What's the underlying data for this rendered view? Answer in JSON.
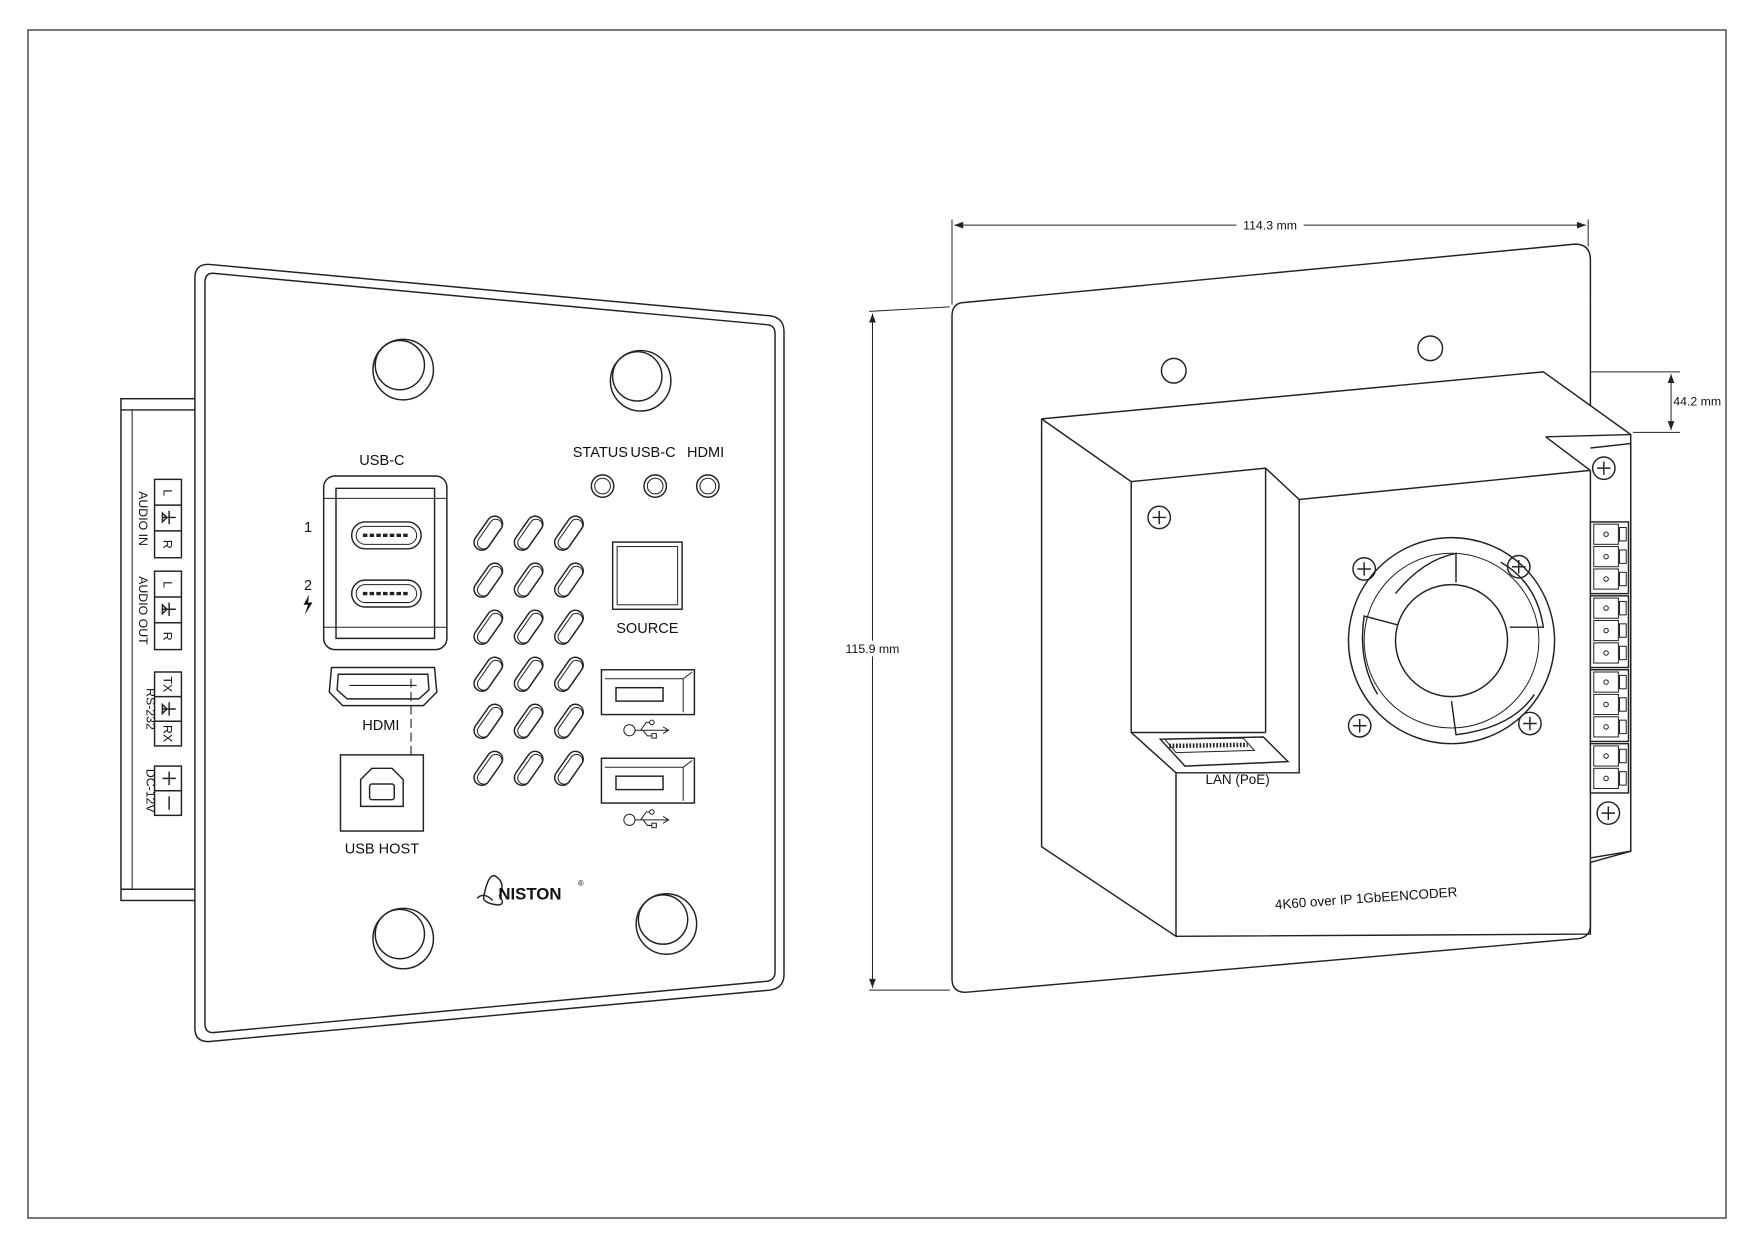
{
  "front_view": {
    "side_panel": {
      "audio_in": {
        "label": "AUDIO IN",
        "pins": [
          "L",
          "R"
        ]
      },
      "audio_out": {
        "label": "AUDIO OUT",
        "pins": [
          "L",
          "R"
        ]
      },
      "rs232": {
        "label": "RS-232",
        "pins": [
          "TX",
          "RX"
        ]
      },
      "dc": {
        "label": "DC-12V",
        "pins": [
          "+",
          "−"
        ]
      }
    },
    "usbc": {
      "label": "USB-C",
      "port1": "1",
      "port2": "2"
    },
    "hdmi_label": "HDMI",
    "usb_host_label": "USB HOST",
    "indicators": [
      {
        "label": "STATUS"
      },
      {
        "label": "USB-C"
      },
      {
        "label": "HDMI"
      }
    ],
    "source_label": "SOURCE",
    "brand": "NISTON",
    "brand_mark": "®"
  },
  "rear_view": {
    "dim_width": "114.3 mm",
    "dim_height": "115.9 mm",
    "dim_depth": "44.2 mm",
    "lan_label": "LAN (PoE)",
    "product_label": "4K60 over IP 1GbEENCODER",
    "terminal_groups": [
      3,
      3,
      3,
      2
    ]
  }
}
